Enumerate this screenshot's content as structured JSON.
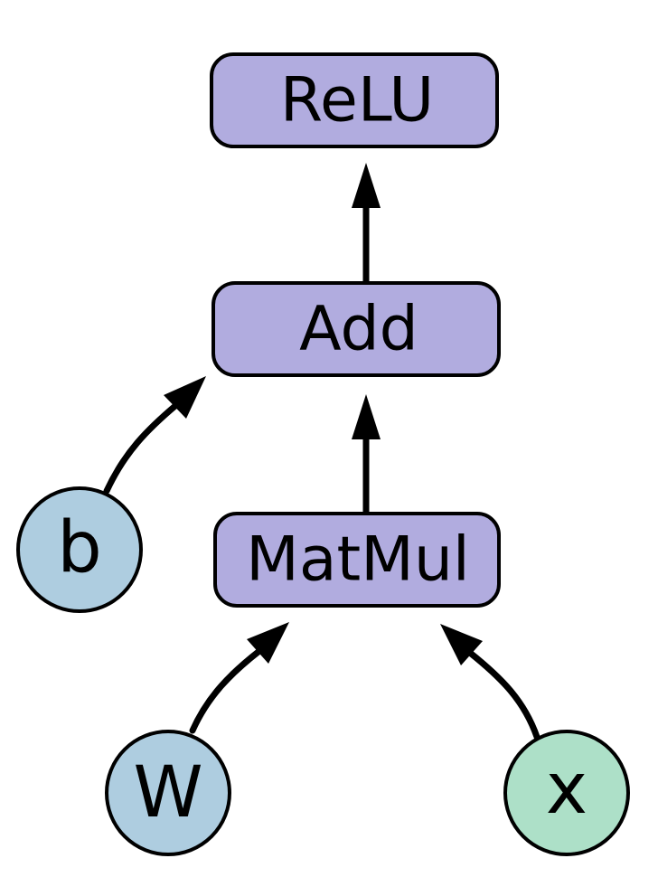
{
  "colors": {
    "op_fill": "#b1acdf",
    "param_fill": "#aecde0",
    "input_fill": "#ade0c8",
    "stroke": "#000000",
    "background": "#ffffff"
  },
  "nodes": {
    "relu": {
      "label": "ReLU",
      "kind": "operation"
    },
    "add": {
      "label": "Add",
      "kind": "operation"
    },
    "matmul": {
      "label": "MatMul",
      "kind": "operation"
    },
    "b": {
      "label": "b",
      "kind": "parameter"
    },
    "w": {
      "label": "W",
      "kind": "parameter"
    },
    "x": {
      "label": "x",
      "kind": "input"
    }
  },
  "edges": [
    {
      "from": "add",
      "to": "relu"
    },
    {
      "from": "b",
      "to": "add"
    },
    {
      "from": "matmul",
      "to": "add"
    },
    {
      "from": "w",
      "to": "matmul"
    },
    {
      "from": "x",
      "to": "matmul"
    }
  ]
}
